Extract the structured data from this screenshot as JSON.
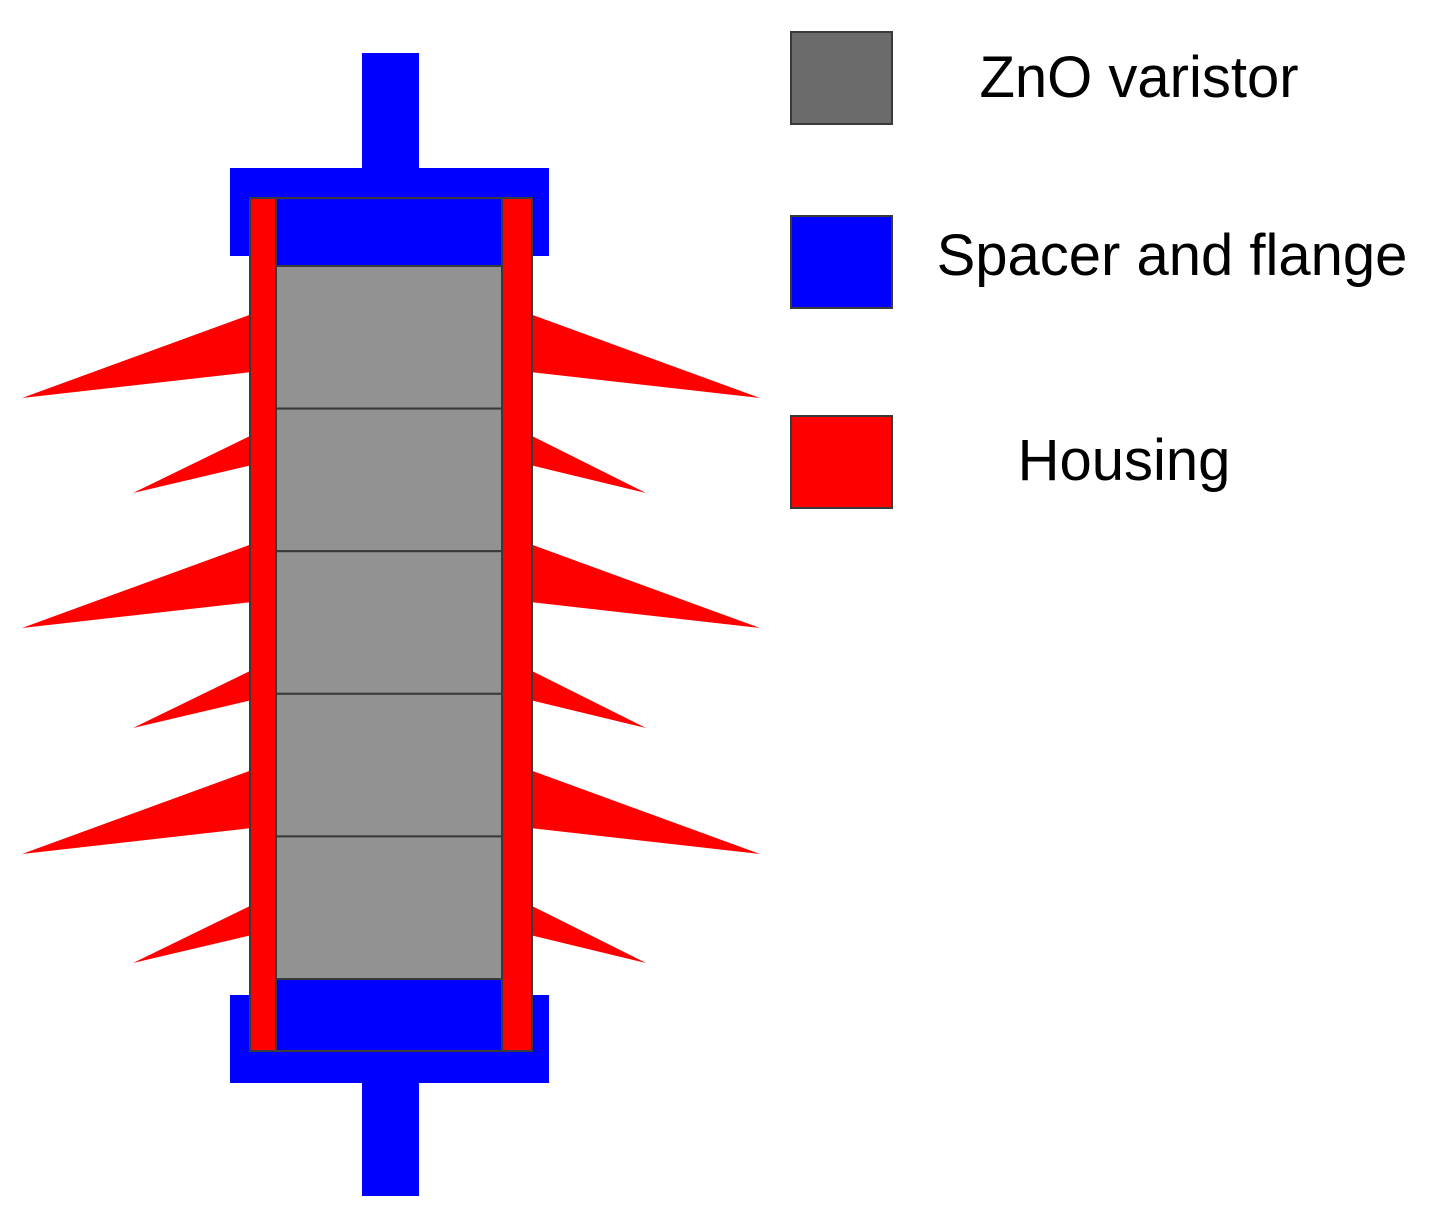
{
  "colors": {
    "varistor": "#929292",
    "varistor_legend": "#6b6b6b",
    "spacer_flange": "#0000ff",
    "housing": "#ff0000",
    "outline": "#3a3a3a"
  },
  "varistor_block_count": 5,
  "shed_count": 6,
  "legend": [
    {
      "key": "varistor",
      "label": "ZnO varistor"
    },
    {
      "key": "spacer",
      "label": "Spacer and flange"
    },
    {
      "key": "housing",
      "label": "Housing"
    }
  ]
}
